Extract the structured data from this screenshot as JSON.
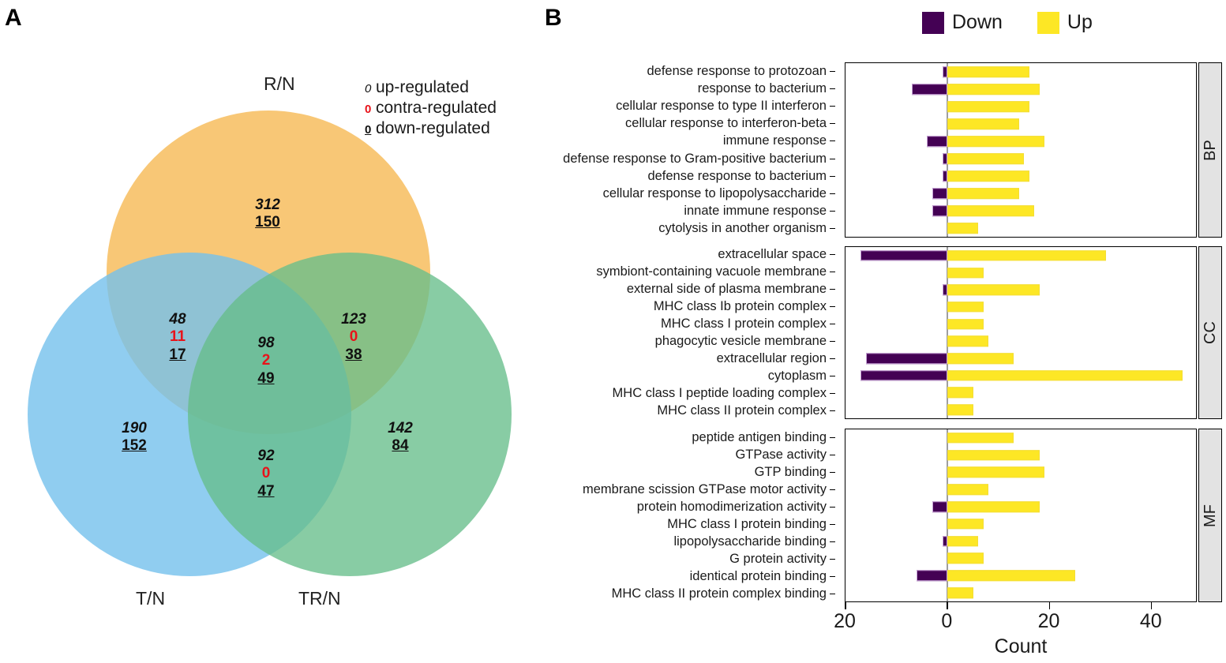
{
  "figure": {
    "panel_a_letter": "A",
    "panel_b_letter": "B"
  },
  "venn": {
    "sets": {
      "rn": "R/N",
      "tn": "T/N",
      "trn": "TR/N"
    },
    "colors": {
      "rn": "#F7BF63",
      "tn": "#74C1EC",
      "trn": "#66BE8B"
    },
    "legend": [
      {
        "key": "0",
        "label": "up-regulated",
        "style": "up"
      },
      {
        "key": "0",
        "label": "contra-regulated",
        "style": "contra"
      },
      {
        "key": "0",
        "label": "down-regulated",
        "style": "down"
      }
    ],
    "regions": {
      "rn_only": {
        "up": "312",
        "contra": "",
        "down": "150"
      },
      "tn_only": {
        "up": "190",
        "contra": "",
        "down": "152"
      },
      "trn_only": {
        "up": "142",
        "contra": "",
        "down": "84"
      },
      "rn_tn": {
        "up": "48",
        "contra": "11",
        "down": "17"
      },
      "rn_trn": {
        "up": "123",
        "contra": "0",
        "down": "38"
      },
      "tn_trn": {
        "up": "92",
        "contra": "0",
        "down": "47"
      },
      "all": {
        "up": "98",
        "contra": "2",
        "down": "49"
      }
    }
  },
  "go_chart": {
    "legend": [
      {
        "label": "Down",
        "color": "#440154"
      },
      {
        "label": "Up",
        "color": "#FDE725"
      }
    ],
    "x_axis": {
      "title": "Count",
      "ticks": [
        "20",
        "0",
        "20",
        "40"
      ],
      "tick_values": [
        -20,
        0,
        20,
        40
      ],
      "range": [
        -20,
        49
      ]
    },
    "facets": [
      {
        "id": "bp",
        "strip_label": "BP"
      },
      {
        "id": "cc",
        "strip_label": "CC"
      },
      {
        "id": "mf",
        "strip_label": "MF"
      }
    ]
  },
  "chart_data": {
    "type": "bar",
    "title": "GO enrichment of differentially expressed genes",
    "xlabel": "Count",
    "ylabel": "",
    "orientation": "horizontal",
    "xlim": [
      -20,
      49
    ],
    "grid": false,
    "legend": [
      "Down",
      "Up"
    ],
    "legend_position": "top-right",
    "series_colors": {
      "Down": "#440154",
      "Up": "#FDE725"
    },
    "note": "Down counts are plotted to the left of zero as negative values; values below are magnitudes.",
    "facets": [
      {
        "name": "BP",
        "categories": [
          "defense response to protozoan",
          "response to bacterium",
          "cellular response to type II interferon",
          "cellular response to interferon-beta",
          "immune response",
          "defense response to Gram-positive bacterium",
          "defense response to bacterium",
          "cellular response to lipopolysaccharide",
          "innate immune response",
          "cytolysis in another organism"
        ],
        "series": [
          {
            "name": "Down",
            "values": [
              1,
              7,
              0,
              0,
              4,
              1,
              1,
              3,
              3,
              0
            ]
          },
          {
            "name": "Up",
            "values": [
              16,
              18,
              16,
              14,
              19,
              15,
              16,
              14,
              17,
              6
            ]
          }
        ]
      },
      {
        "name": "CC",
        "categories": [
          "extracellular space",
          "symbiont-containing vacuole membrane",
          "external side of plasma membrane",
          "MHC class Ib protein complex",
          "MHC class I protein complex",
          "phagocytic vesicle membrane",
          "extracellular region",
          "cytoplasm",
          "MHC class I peptide loading complex",
          "MHC class II protein complex"
        ],
        "series": [
          {
            "name": "Down",
            "values": [
              17,
              0,
              1,
              0,
              0,
              0,
              16,
              17,
              0,
              0
            ]
          },
          {
            "name": "Up",
            "values": [
              31,
              7,
              18,
              7,
              7,
              8,
              13,
              46,
              5,
              5
            ]
          }
        ]
      },
      {
        "name": "MF",
        "categories": [
          "peptide antigen binding",
          "GTPase activity",
          "GTP binding",
          "membrane scission GTPase motor activity",
          "protein homodimerization activity",
          "MHC class I protein binding",
          "lipopolysaccharide binding",
          "G protein activity",
          "identical protein binding",
          "MHC class II protein complex binding"
        ],
        "series": [
          {
            "name": "Down",
            "values": [
              0,
              0,
              0,
              0,
              3,
              0,
              1,
              0,
              6,
              0
            ]
          },
          {
            "name": "Up",
            "values": [
              13,
              18,
              19,
              8,
              18,
              7,
              6,
              7,
              25,
              5
            ]
          }
        ]
      }
    ]
  }
}
